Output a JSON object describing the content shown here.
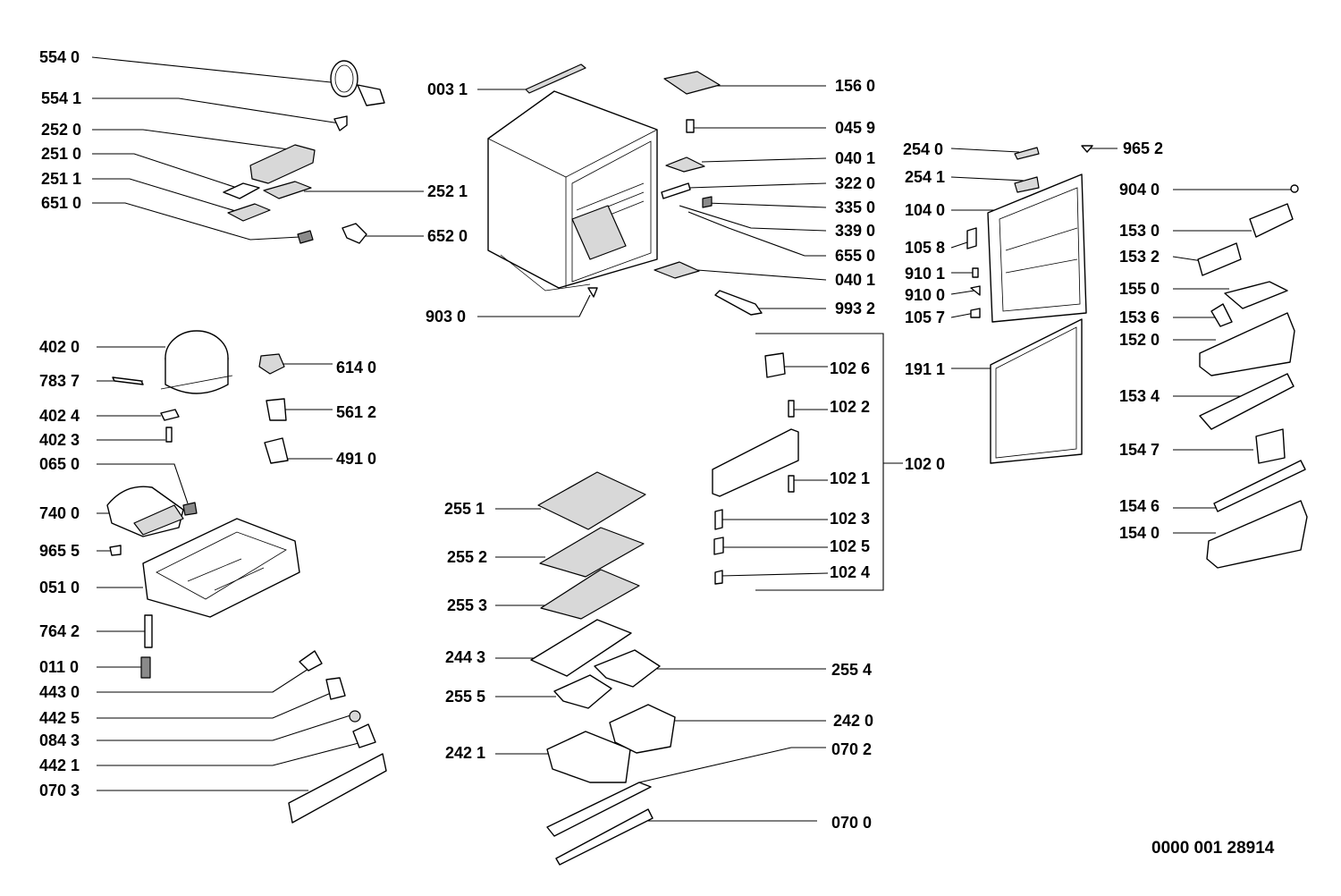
{
  "labels": {
    "l5540": "554 0",
    "l5541": "554 1",
    "l2520": "252 0",
    "l2510": "251 0",
    "l2511": "251 1",
    "l6510": "651 0",
    "l2521": "252 1",
    "l6520": "652 0",
    "l0031": "003 1",
    "l1560": "156 0",
    "l0459": "045 9",
    "l0401a": "040 1",
    "l3220": "322 0",
    "l3350": "335 0",
    "l3390": "339 0",
    "l6550": "655 0",
    "l0401b": "040 1",
    "l9932": "993 2",
    "l9030": "903 0",
    "l2540": "254 0",
    "l2541": "254 1",
    "l1040": "104 0",
    "l1058": "105 8",
    "l9101": "910 1",
    "l9100": "910 0",
    "l1057": "105 7",
    "l1911": "191 1",
    "l9652": "965 2",
    "l9040": "904 0",
    "l1530": "153 0",
    "l1532": "153 2",
    "l1550": "155 0",
    "l1536": "153 6",
    "l1520": "152 0",
    "l1534": "153 4",
    "l1547": "154 7",
    "l1546": "154 6",
    "l1540": "154 0",
    "l4020": "402 0",
    "l7837": "783 7",
    "l4024": "402 4",
    "l4023": "402 3",
    "l0650": "065 0",
    "l7400": "740 0",
    "l9655": "965 5",
    "l0510": "051 0",
    "l7642": "764 2",
    "l0110": "011 0",
    "l4430": "443 0",
    "l4425": "442 5",
    "l0843": "084 3",
    "l4421": "442 1",
    "l0703": "070 3",
    "l6140": "614 0",
    "l5612": "561 2",
    "l4910": "491 0",
    "l1026": "102 6",
    "l1022": "102 2",
    "l1021": "102 1",
    "l1023": "102 3",
    "l1025": "102 5",
    "l1024": "102 4",
    "l1020": "102 0",
    "l2551": "255 1",
    "l2552": "255 2",
    "l2553": "255 3",
    "l2443": "244 3",
    "l2555": "255 5",
    "l2421": "242 1",
    "l2554": "255 4",
    "l2420": "242 0",
    "l0702": "070 2",
    "l0700": "070 0"
  },
  "reference": "0000 001 28914"
}
